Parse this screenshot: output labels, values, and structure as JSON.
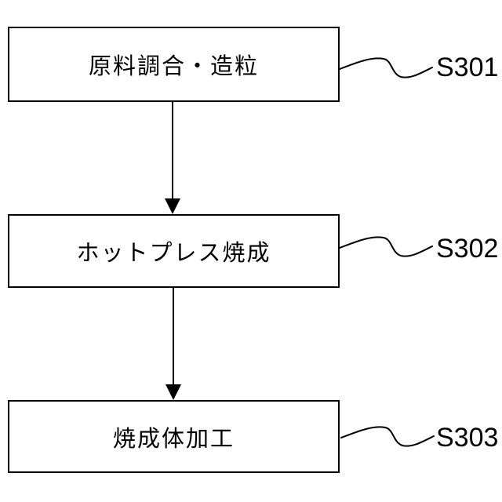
{
  "diagram": {
    "type": "flowchart",
    "direction": "top-down",
    "steps": [
      {
        "label": "原料調合・造粒",
        "step_id": "S301"
      },
      {
        "label": "ホットプレス焼成",
        "step_id": "S302"
      },
      {
        "label": "焼成体加工",
        "step_id": "S303"
      }
    ],
    "connections": [
      {
        "from": "S301",
        "to": "S302",
        "style": "arrow-down"
      },
      {
        "from": "S302",
        "to": "S303",
        "style": "arrow-down"
      }
    ]
  },
  "colors": {
    "line": "#000000",
    "text": "#000000",
    "box_fill": "#ffffff",
    "background": "#ffffff"
  }
}
